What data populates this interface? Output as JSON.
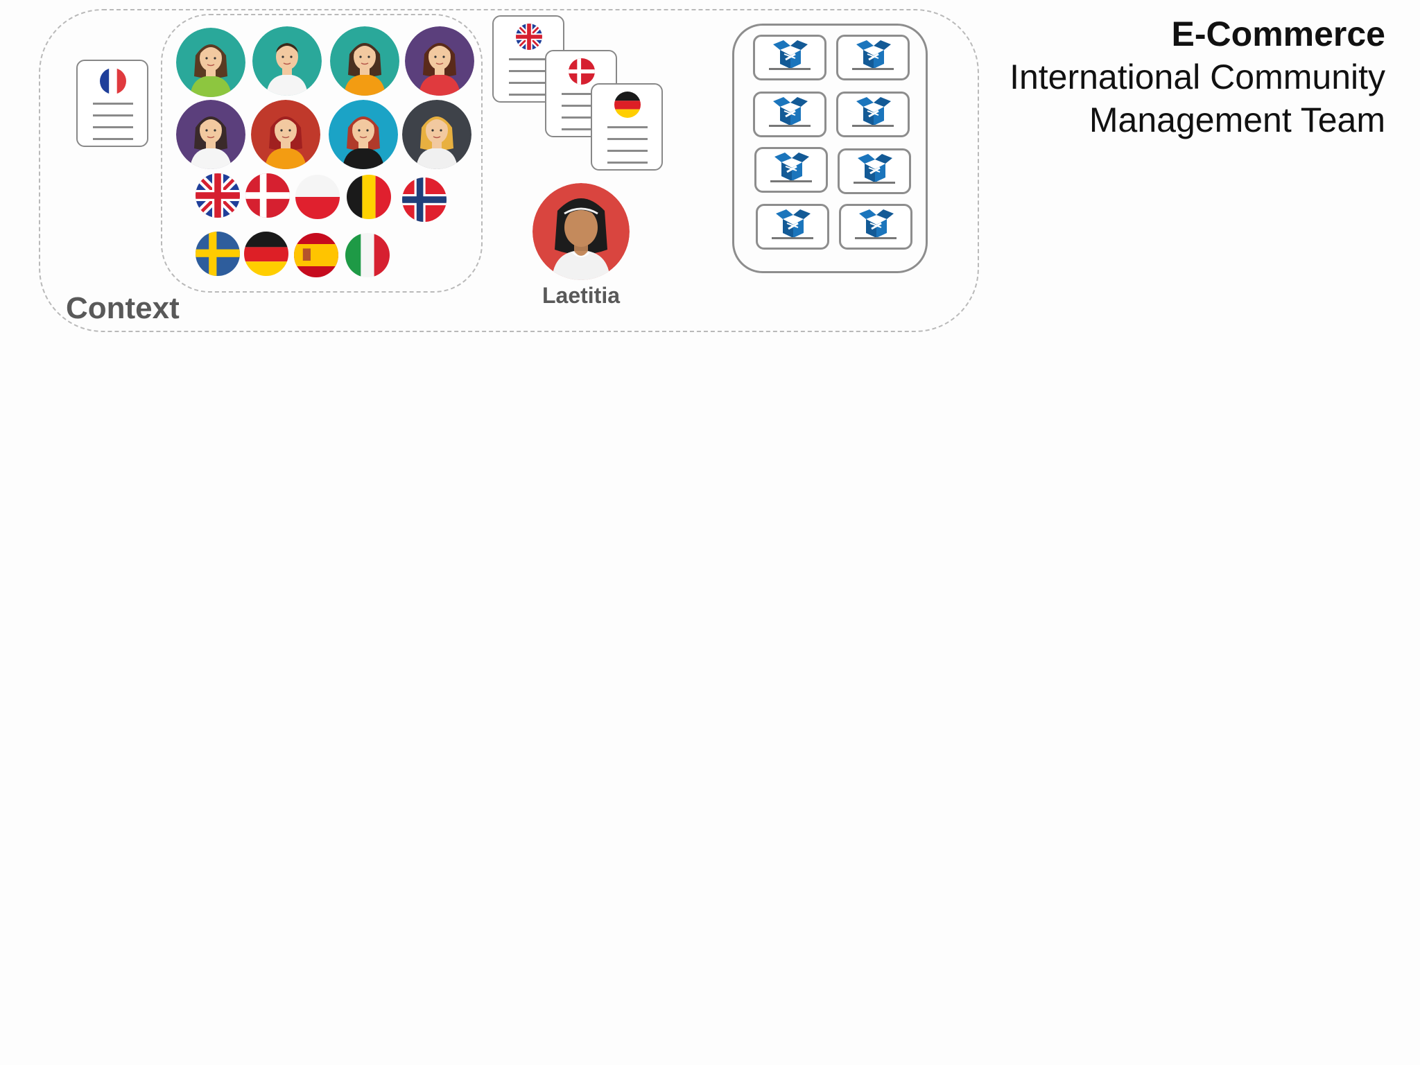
{
  "header": {
    "title": "E-Commerce",
    "subtitle_line1": "International Community",
    "subtitle_line2": "Management Team"
  },
  "context": {
    "label": "Context",
    "source_document_flag": "france-flag-icon"
  },
  "team": {
    "avatars": [
      {
        "icon": "woman-avatar-icon",
        "bg": "#2aa89a"
      },
      {
        "icon": "man-avatar-icon",
        "bg": "#2aa89a"
      },
      {
        "icon": "woman-avatar-icon",
        "bg": "#2aa89a"
      },
      {
        "icon": "woman-avatar-icon",
        "bg": "#5b3f7c"
      },
      {
        "icon": "woman-avatar-icon",
        "bg": "#5b3f7c"
      },
      {
        "icon": "woman-avatar-icon",
        "bg": "#c0392b"
      },
      {
        "icon": "woman-avatar-icon",
        "bg": "#1ba3c6"
      },
      {
        "icon": "woman-avatar-icon",
        "bg": "#3e4249"
      }
    ],
    "flags": [
      "uk-flag-icon",
      "denmark-flag-icon",
      "poland-flag-icon",
      "belgium-flag-icon",
      "norway-flag-icon",
      "sweden-flag-icon",
      "germany-flag-icon",
      "spain-flag-icon",
      "italy-flag-icon"
    ]
  },
  "translated_documents": [
    "uk-flag-icon",
    "denmark-flag-icon",
    "germany-flag-icon"
  ],
  "manager": {
    "name": "Laetitia",
    "avatar_bg": "#d9453f"
  },
  "products": {
    "icon": "open-box-icon",
    "count": 8,
    "icon_color": "#1b75bc"
  },
  "colors": {
    "dashed_border": "#b9b9b9",
    "label_gray": "#595959"
  }
}
